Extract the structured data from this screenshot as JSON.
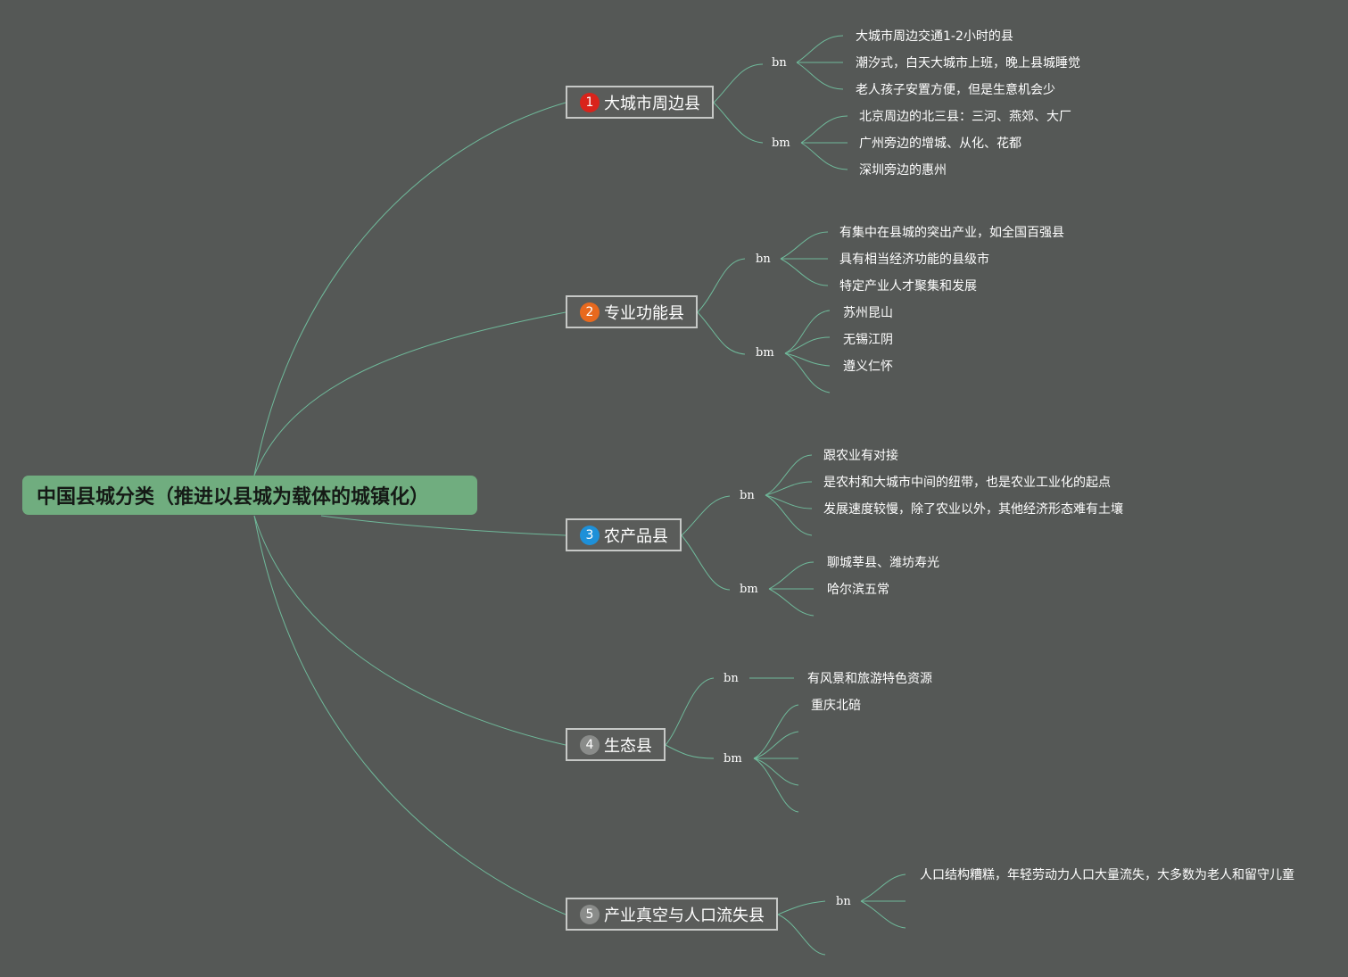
{
  "root": {
    "title": "中国县城分类（推进以县城为载体的城镇化）"
  },
  "colors": {
    "link": "#6fb99a",
    "root_bg": "#70ad7f"
  },
  "branches": [
    {
      "num": "1",
      "label": "大城市周边县",
      "badge_color": "#d9231b",
      "bn_label": "bn",
      "bm_label": "bm",
      "bn": [
        "大城市周边交通1-2小时的县",
        "潮汐式，白天大城市上班，晚上县城睡觉",
        "老人孩子安置方便，但是生意机会少"
      ],
      "bm": [
        "北京周边的北三县：三河、燕郊、大厂",
        "广州旁边的增城、从化、花都",
        "深圳旁边的惠州"
      ]
    },
    {
      "num": "2",
      "label": "专业功能县",
      "badge_color": "#e8691e",
      "bn_label": "bn",
      "bm_label": "bm",
      "bn": [
        "有集中在县城的突出产业，如全国百强县",
        "具有相当经济功能的县级市",
        "特定产业人才聚集和发展"
      ],
      "bm": [
        "苏州昆山",
        "无锡江阴",
        "遵义仁怀"
      ]
    },
    {
      "num": "3",
      "label": "农产品县",
      "badge_color": "#1e90d8",
      "bn_label": "bn",
      "bm_label": "bm",
      "bn": [
        "跟农业有对接",
        "是农村和大城市中间的纽带，也是农业工业化的起点",
        "发展速度较慢，除了农业以外，其他经济形态难有土壤"
      ],
      "bm": [
        "聊城莘县、潍坊寿光",
        "哈尔滨五常"
      ]
    },
    {
      "num": "4",
      "label": "生态县",
      "badge_color": "#8a8c8a",
      "bn_label": "bn",
      "bm_label": "bm",
      "bn": [
        "有风景和旅游特色资源"
      ],
      "bm": [
        "重庆北碚"
      ]
    },
    {
      "num": "5",
      "label": "产业真空与人口流失县",
      "badge_color": "#8a8c8a",
      "bn_label": "bn",
      "bn": [
        "人口结构糟糕，年轻劳动力人口大量流失，大多数为老人和留守儿童"
      ]
    }
  ]
}
